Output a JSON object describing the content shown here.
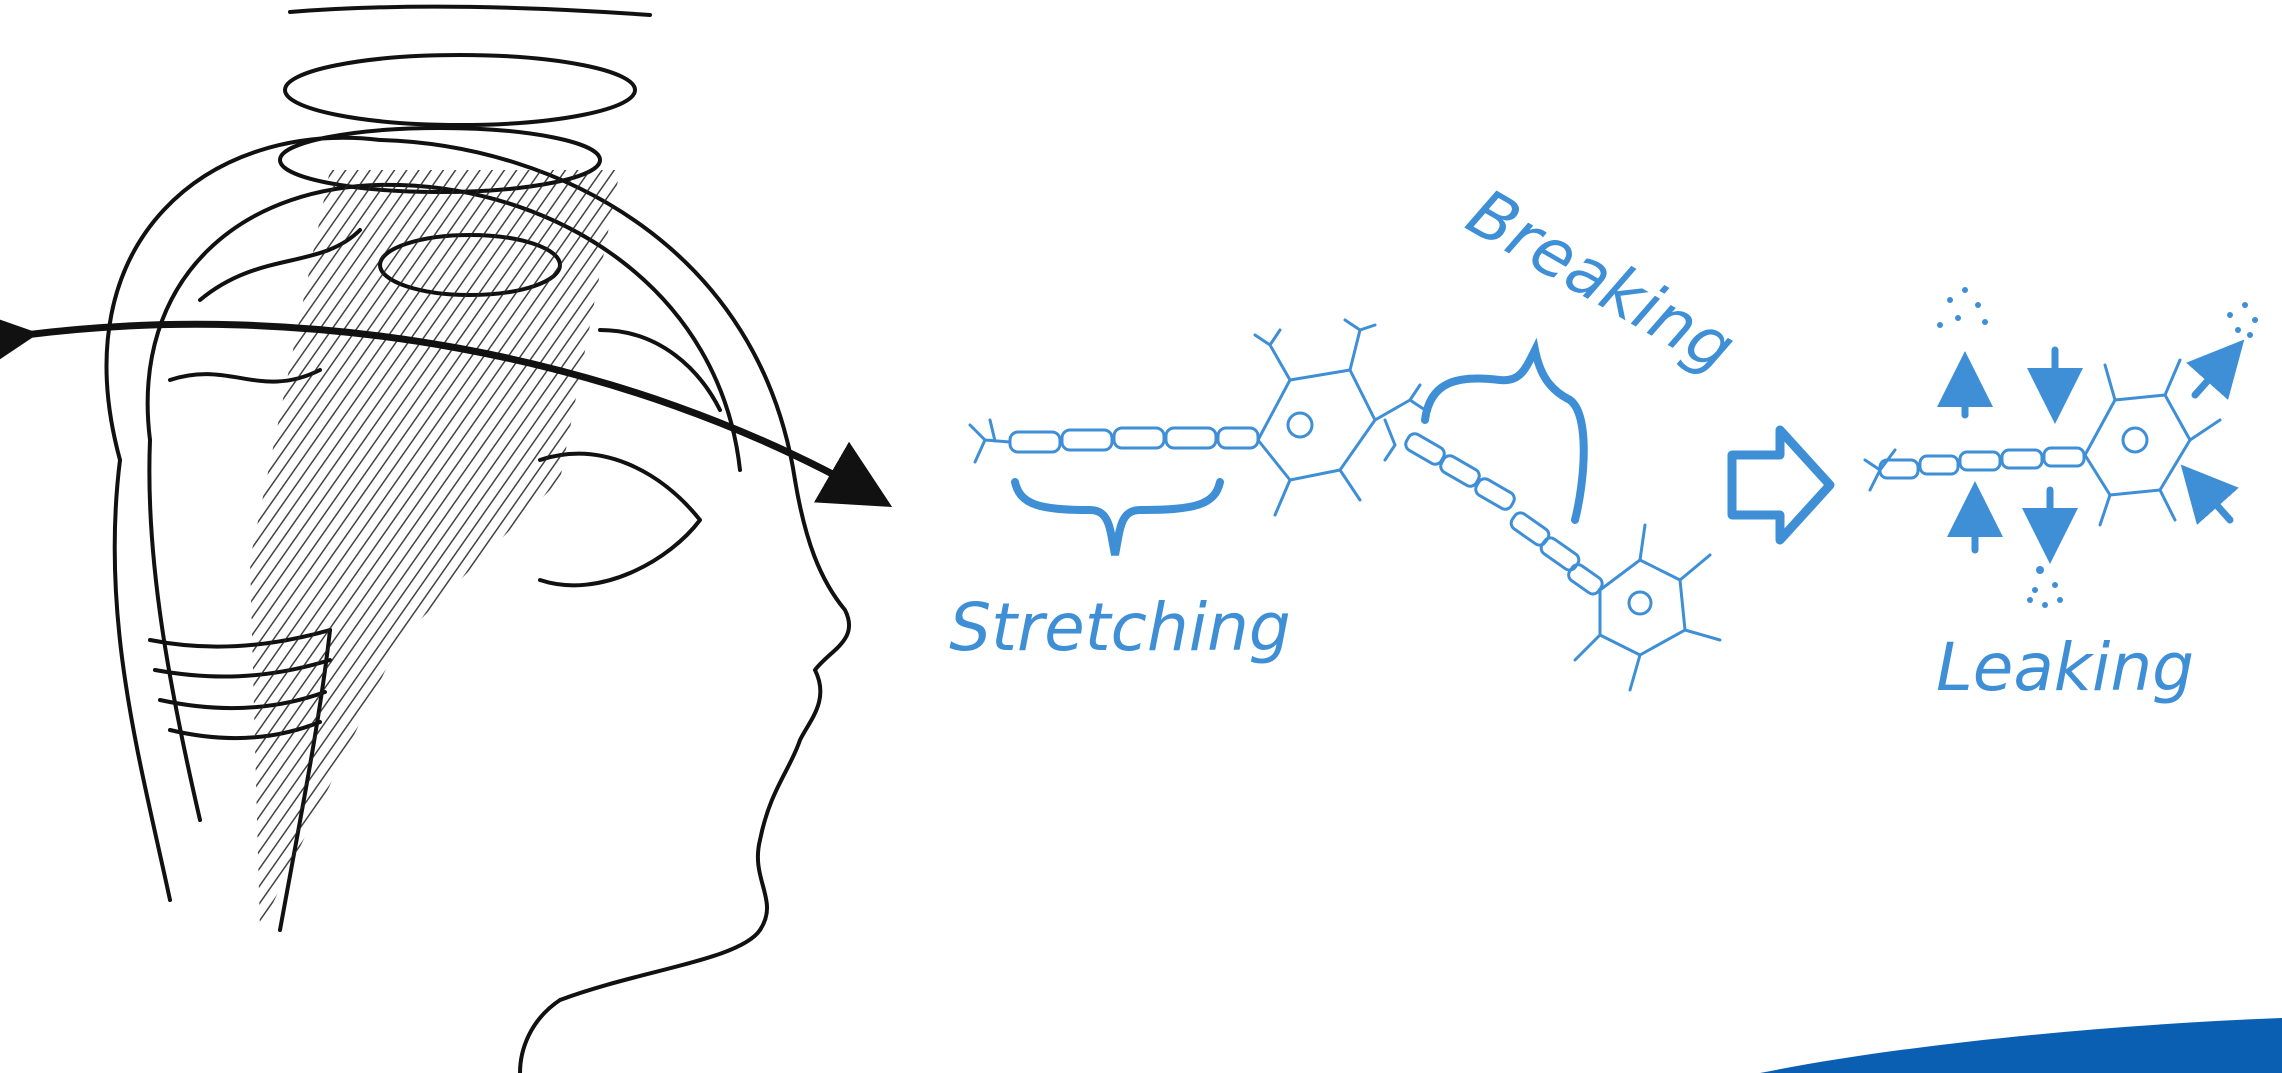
{
  "labels": {
    "stretching": "Stretching",
    "breaking": "Breaking",
    "leaking": "Leaking"
  },
  "colors": {
    "ink": "#111111",
    "accent_blue": "#3f8fd6",
    "corner_swoosh": "#0b5fb3"
  },
  "icons": [
    "head-profile-illustration",
    "rotation-arrow-icon",
    "neuron-icon",
    "process-arrow-icon"
  ]
}
